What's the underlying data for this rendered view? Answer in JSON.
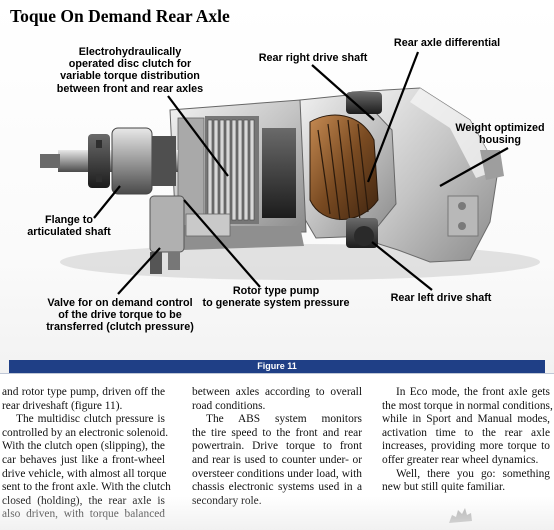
{
  "figure": {
    "title": "Toque On Demand Rear Axle",
    "caption": "Figure 11",
    "callouts": {
      "clutch": [
        "Electrohydraulically",
        "operated disc clutch for",
        "variable torque distribution",
        "between front and rear axles"
      ],
      "right_shaft": [
        "Rear right drive shaft"
      ],
      "differential": [
        "Rear axle differential"
      ],
      "housing": [
        "Weight optimized",
        "housing"
      ],
      "flange": [
        "Flange to",
        "articulated shaft"
      ],
      "valve": [
        "Valve for on demand control",
        "of the drive torque to be",
        "transferred (clutch pressure)"
      ],
      "pump": [
        "Rotor type pump",
        "to generate system pressure"
      ],
      "left_shaft": [
        "Rear left drive shaft"
      ]
    }
  },
  "article": {
    "col1": [
      "and rotor type pump, driven off the",
      "rear driveshaft (figure 11).",
      "The multidisc clutch pressure is",
      "controlled by an electronic solenoid.",
      "With the clutch open (slipping), the",
      "car behaves just like a front-wheel",
      "drive vehicle, with almost all torque",
      "sent to the front axle. With the clutch",
      "closed (holding), the rear axle is",
      "also driven, with torque balanced"
    ],
    "col2": [
      "between axles according to overall",
      "road conditions.",
      "The ABS system monitors",
      "the tire speed to the front and rear",
      "powertrain. Drive torque to front",
      "and rear is used to counter under- or",
      "oversteer conditions under load, with",
      "chassis electronic systems used in a",
      "secondary role."
    ],
    "col3": [
      "In Eco mode, the front axle gets",
      "the most torque in normal conditions,",
      "while in Sport and Manual modes,",
      "activation time to the rear axle",
      "increases, providing more torque to",
      "offer greater rear wheel dynamics.",
      "Well, there you go: something",
      "new but still quite familiar."
    ]
  },
  "colors": {
    "caption_bar": "#1f3f86",
    "caption_text": "#ffffff",
    "housing_light": "#d9d9d9",
    "housing_dark": "#5a5a5a",
    "gear": "#8a5a2e"
  }
}
